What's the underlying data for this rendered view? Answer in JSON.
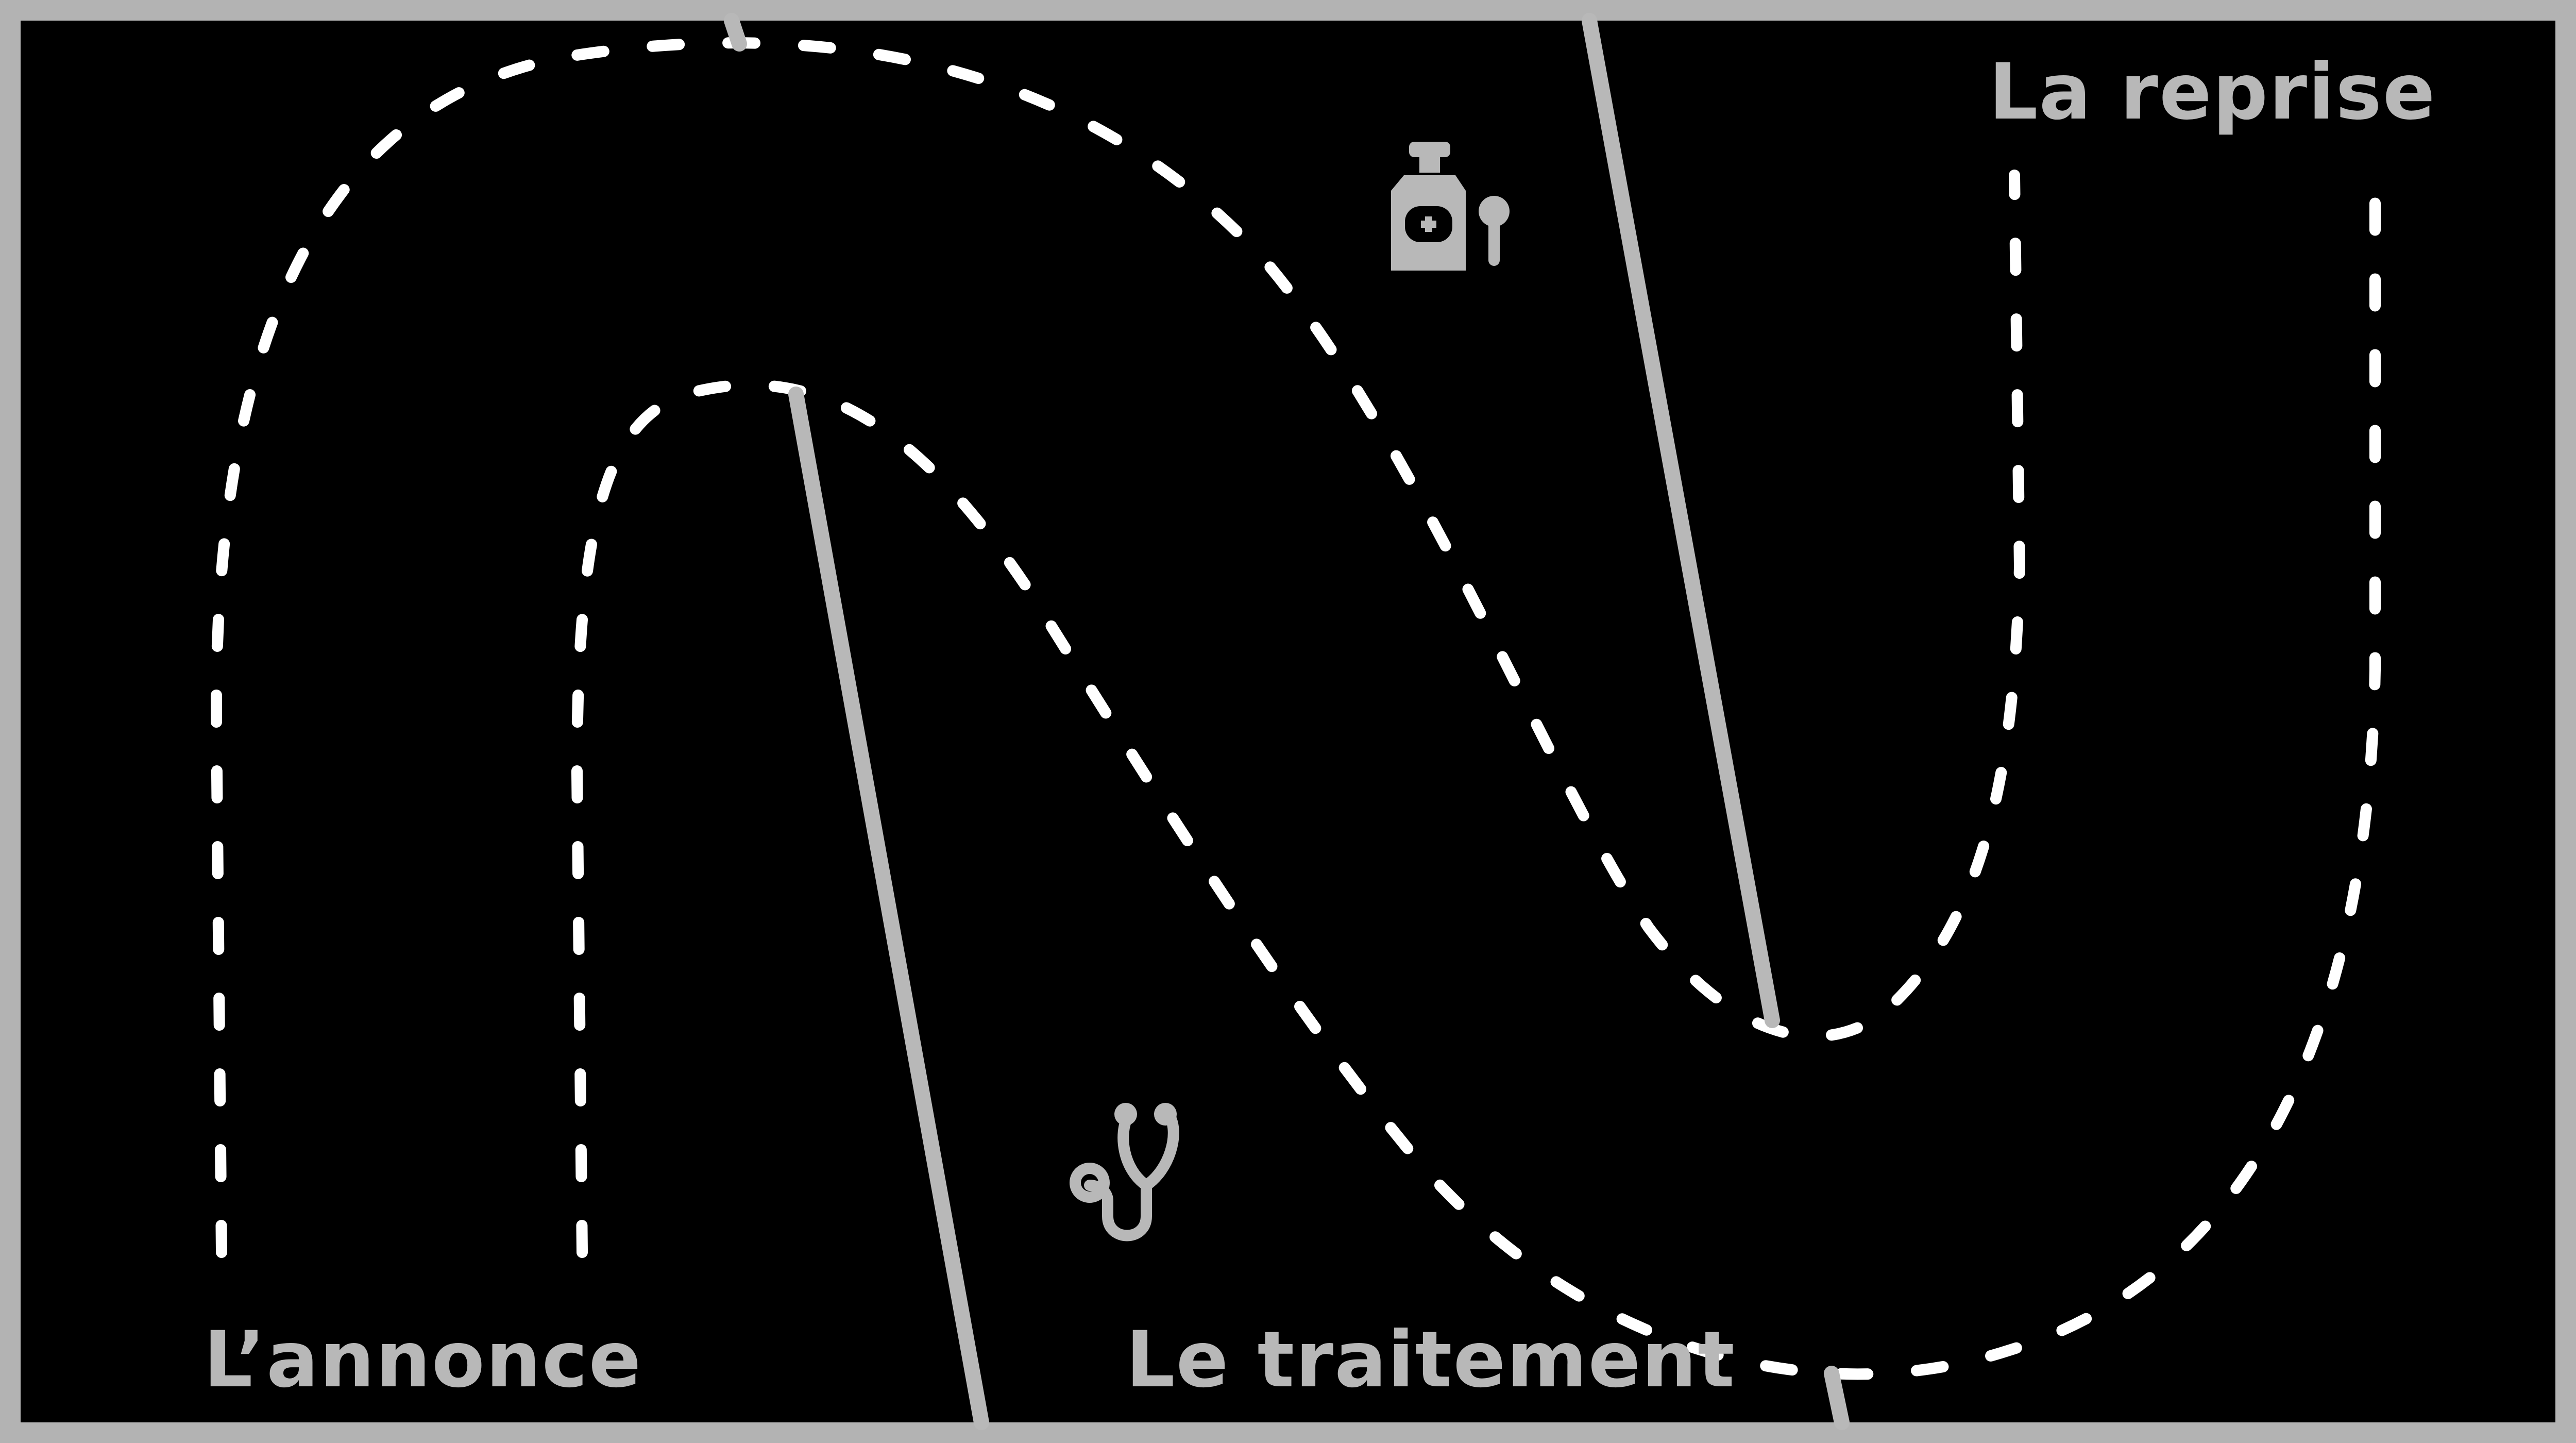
{
  "stages": [
    {
      "id": "annonce",
      "label": "L’annonce"
    },
    {
      "id": "traitement",
      "label": "Le traitement"
    },
    {
      "id": "reprise",
      "label": "La reprise"
    }
  ],
  "icons": [
    "medicine-bottle-spoon-icon",
    "stethoscope-icon"
  ],
  "colors": {
    "frame": "#b3b3b3",
    "background": "#000000",
    "path_dashes": "#ffffff",
    "dividers_and_labels": "#b8b8b8"
  }
}
